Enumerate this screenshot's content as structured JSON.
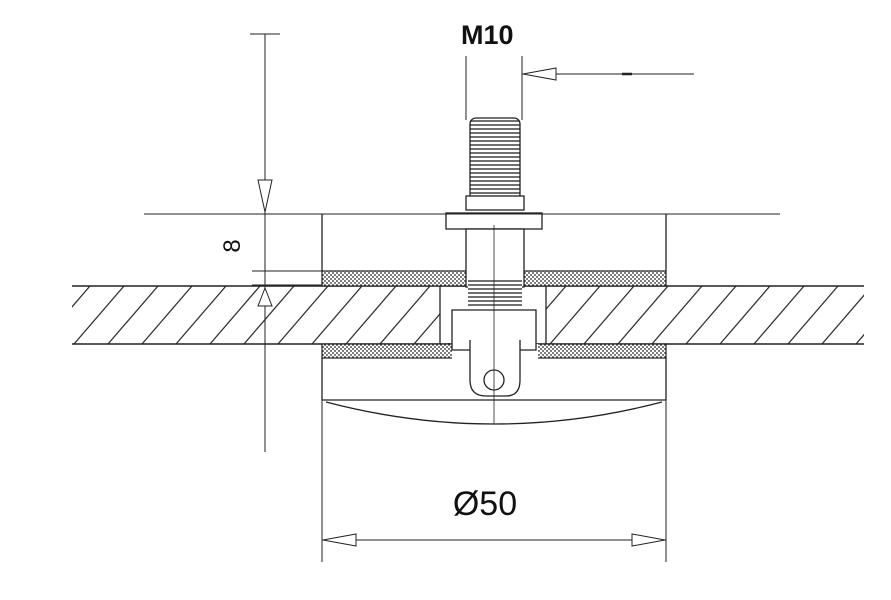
{
  "drawing": {
    "thread_label": "M10",
    "diameter_label": "Ø50",
    "height_label": "8",
    "colors": {
      "line": "#222222",
      "hatch": "#333333",
      "background": "#ffffff"
    }
  }
}
